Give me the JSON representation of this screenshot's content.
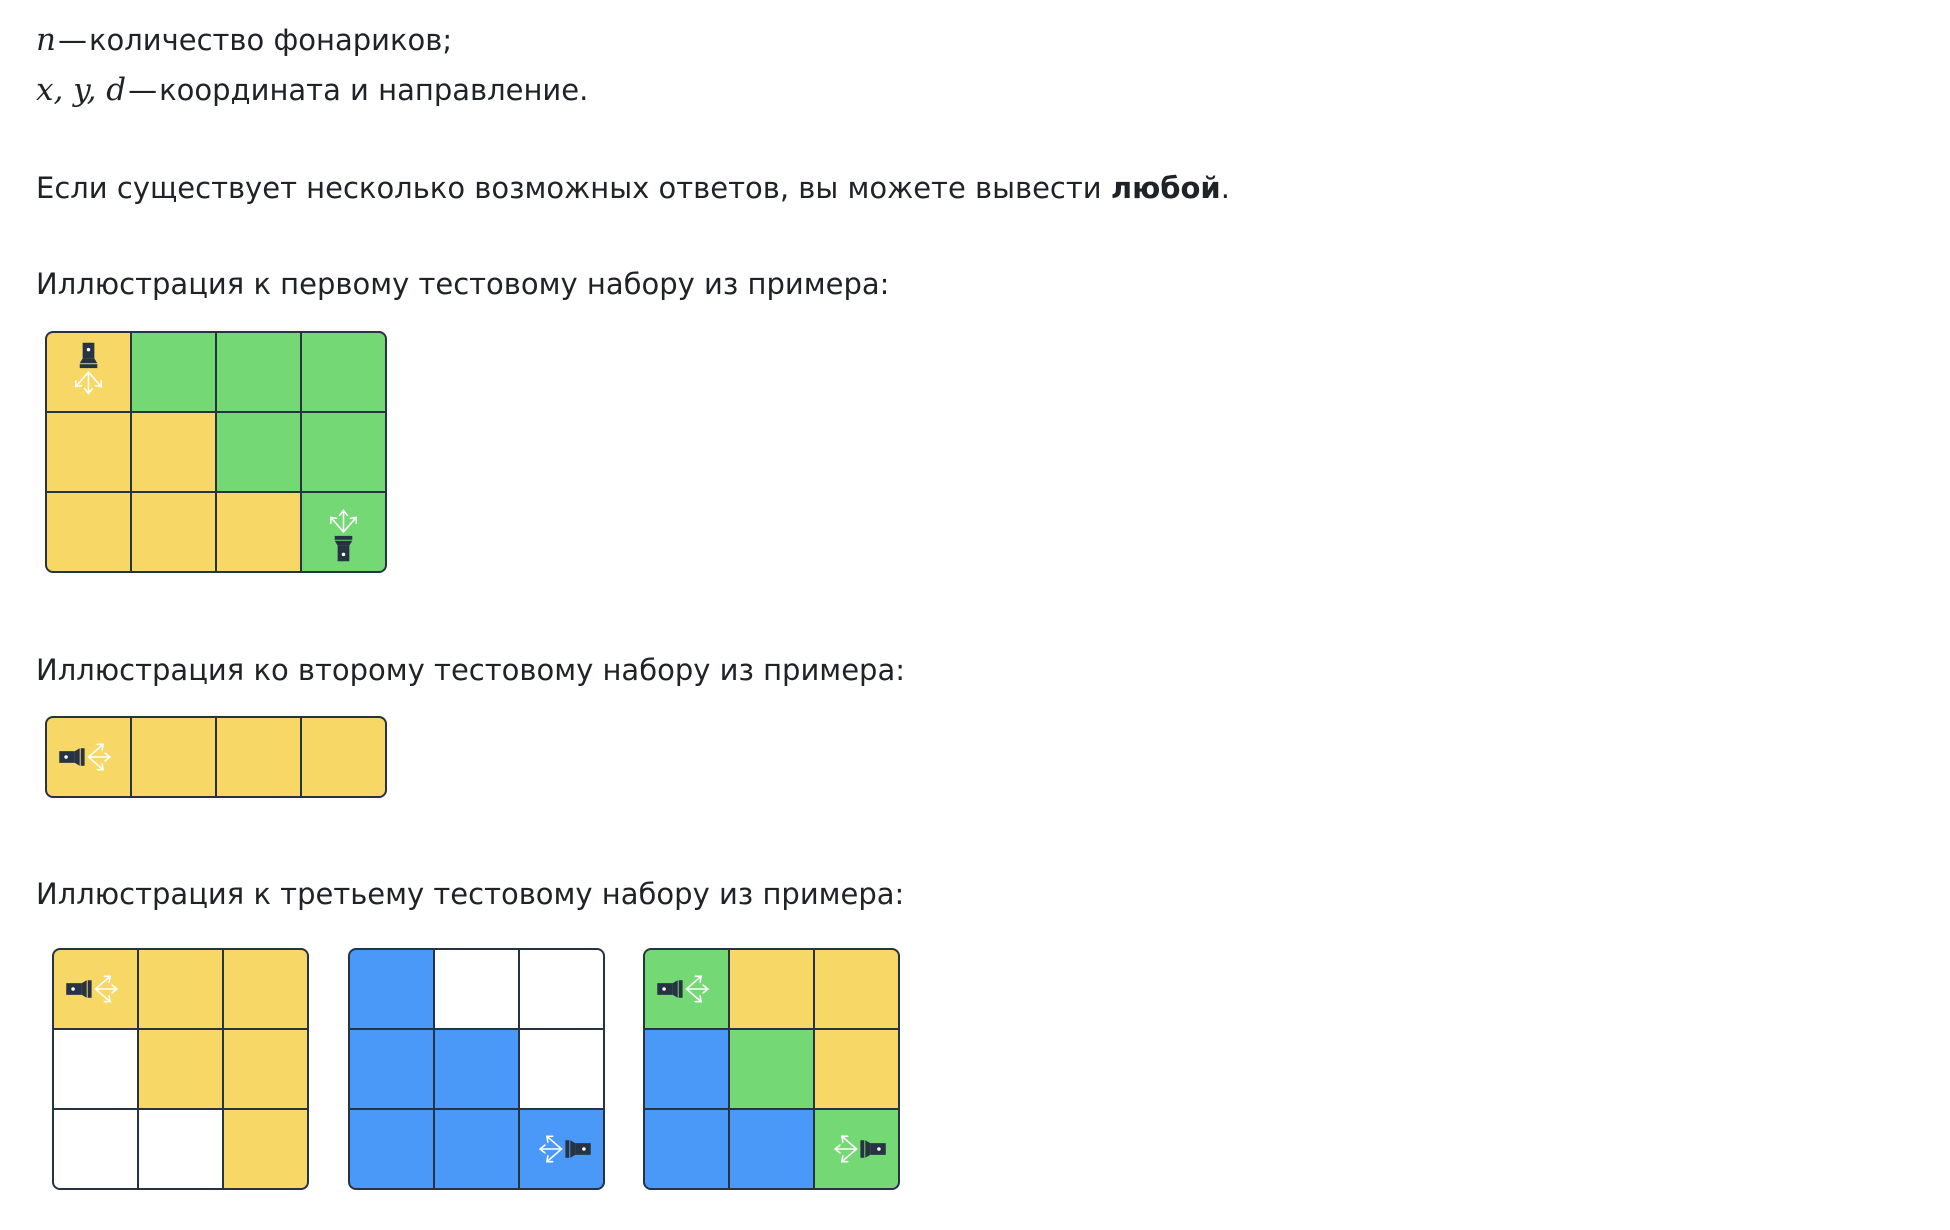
{
  "lines": {
    "line1_math": "n",
    "line1_text": "количество фонариков;",
    "line2_math": "x, y, d",
    "line2_text": "координата и направление.",
    "dash": "—",
    "any_answer_pre": "Если существует несколько возможных ответов, вы можете вывести ",
    "any_answer_bold": "любой",
    "any_answer_post": ".",
    "caption1": "Иллюстрация к первому тестовому набору из примера:",
    "caption2": "Иллюстрация ко второму тестовому набору из примера:",
    "caption3": "Иллюстрация к третьему тестовому набору из примера:"
  },
  "colors": {
    "yellow": "#f7d766",
    "green": "#74d874",
    "blue": "#4a98f7",
    "white": "#ffffff",
    "border": "#263342",
    "flashlight": "#263342"
  },
  "grids": [
    {
      "rows": 3,
      "cols": 4,
      "cells": [
        [
          "Y",
          "G",
          "G",
          "G"
        ],
        [
          "Y",
          "Y",
          "G",
          "G"
        ],
        [
          "Y",
          "Y",
          "Y",
          "G"
        ]
      ],
      "flashlights": [
        {
          "row": 0,
          "col": 0,
          "direction": "down",
          "icon": "flashlight-down-icon"
        },
        {
          "row": 2,
          "col": 3,
          "direction": "up",
          "icon": "flashlight-up-icon"
        }
      ]
    },
    {
      "rows": 1,
      "cols": 4,
      "cells": [
        [
          "Y",
          "Y",
          "Y",
          "Y"
        ]
      ],
      "flashlights": [
        {
          "row": 0,
          "col": 0,
          "direction": "right",
          "icon": "flashlight-right-icon"
        }
      ]
    },
    {
      "rows": 3,
      "cols": 3,
      "cells": [
        [
          "Y",
          "Y",
          "Y"
        ],
        [
          "W",
          "Y",
          "Y"
        ],
        [
          "W",
          "W",
          "Y"
        ]
      ],
      "flashlights": [
        {
          "row": 0,
          "col": 0,
          "direction": "right",
          "icon": "flashlight-right-icon"
        }
      ]
    },
    {
      "rows": 3,
      "cols": 3,
      "cells": [
        [
          "B",
          "W",
          "W"
        ],
        [
          "B",
          "B",
          "W"
        ],
        [
          "B",
          "B",
          "B"
        ]
      ],
      "flashlights": [
        {
          "row": 2,
          "col": 2,
          "direction": "left",
          "icon": "flashlight-left-icon"
        }
      ]
    },
    {
      "rows": 3,
      "cols": 3,
      "cells": [
        [
          "G",
          "Y",
          "Y"
        ],
        [
          "B",
          "G",
          "Y"
        ],
        [
          "B",
          "B",
          "G"
        ]
      ],
      "flashlights": [
        {
          "row": 0,
          "col": 0,
          "direction": "right",
          "icon": "flashlight-right-icon"
        },
        {
          "row": 2,
          "col": 2,
          "direction": "left",
          "icon": "flashlight-left-icon"
        }
      ]
    }
  ]
}
